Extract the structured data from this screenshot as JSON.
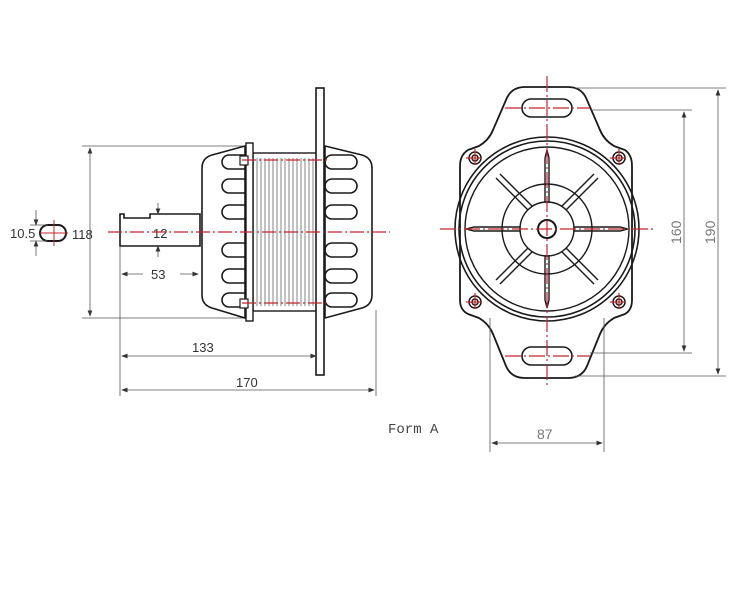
{
  "drawing": {
    "title_label": "Form A",
    "colors": {
      "outline": "#1a1a1a",
      "centerline": "#c0282d",
      "dimension": "#555555",
      "background": "#ffffff"
    },
    "side_view": {
      "shaft_section": {
        "dim_height": "10.5"
      },
      "dims": {
        "overall_height": "118",
        "shaft_diameter": "12",
        "shaft_length": "53",
        "to_flange": "133",
        "overall_length": "170"
      }
    },
    "front_view": {
      "dims": {
        "slot_spacing": "160",
        "overall_height": "190",
        "mounting_width": "87"
      }
    }
  }
}
